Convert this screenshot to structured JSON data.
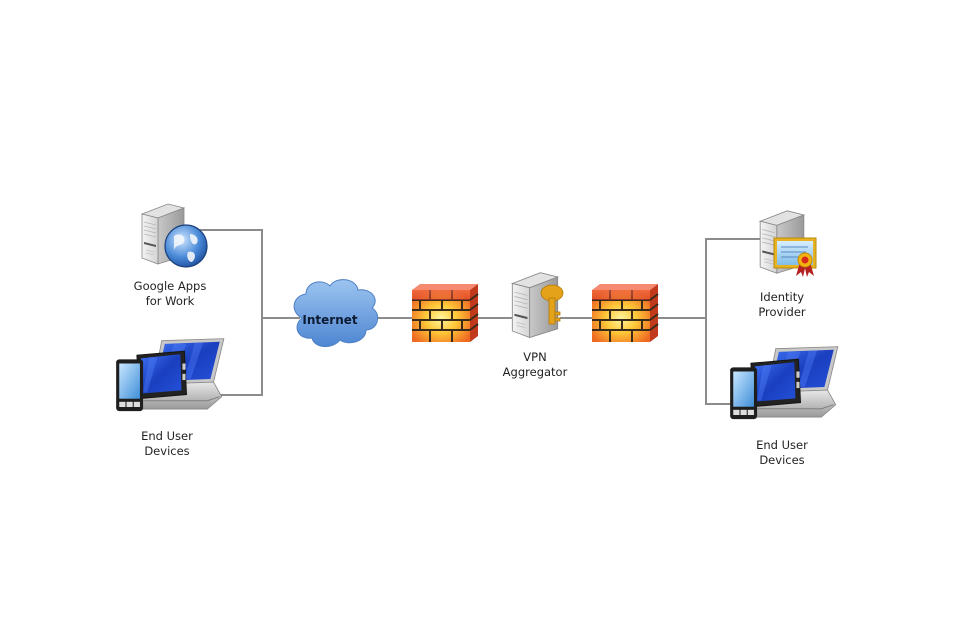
{
  "diagram": {
    "nodes": {
      "google_apps": {
        "label": "Google Apps\nfor Work",
        "icon": "server-globe-icon"
      },
      "end_user_left": {
        "label": "End User\nDevices",
        "icon": "devices-icon"
      },
      "internet": {
        "label": "Internet",
        "icon": "cloud-icon"
      },
      "firewall_left": {
        "label": "",
        "icon": "firewall-icon"
      },
      "vpn_aggregator": {
        "label": "VPN\nAggregator",
        "icon": "server-key-icon"
      },
      "firewall_right": {
        "label": "",
        "icon": "firewall-icon"
      },
      "identity_provider": {
        "label": "Identity\nProvider",
        "icon": "server-certificate-icon"
      },
      "end_user_right": {
        "label": "End User\nDevices",
        "icon": "devices-icon"
      }
    },
    "connections": [
      [
        "google_apps",
        "internet"
      ],
      [
        "end_user_left",
        "internet"
      ],
      [
        "internet",
        "firewall_left"
      ],
      [
        "firewall_left",
        "vpn_aggregator"
      ],
      [
        "vpn_aggregator",
        "firewall_right"
      ],
      [
        "firewall_right",
        "identity_provider"
      ],
      [
        "firewall_right",
        "end_user_right"
      ]
    ],
    "colors": {
      "line": "#8c8c8c",
      "cloud": "#6a9fdc",
      "brick_top": "#e9503a",
      "brick_glow": "#ffe04a",
      "key": "#e3a21a",
      "screen": "#1f47c8"
    }
  }
}
